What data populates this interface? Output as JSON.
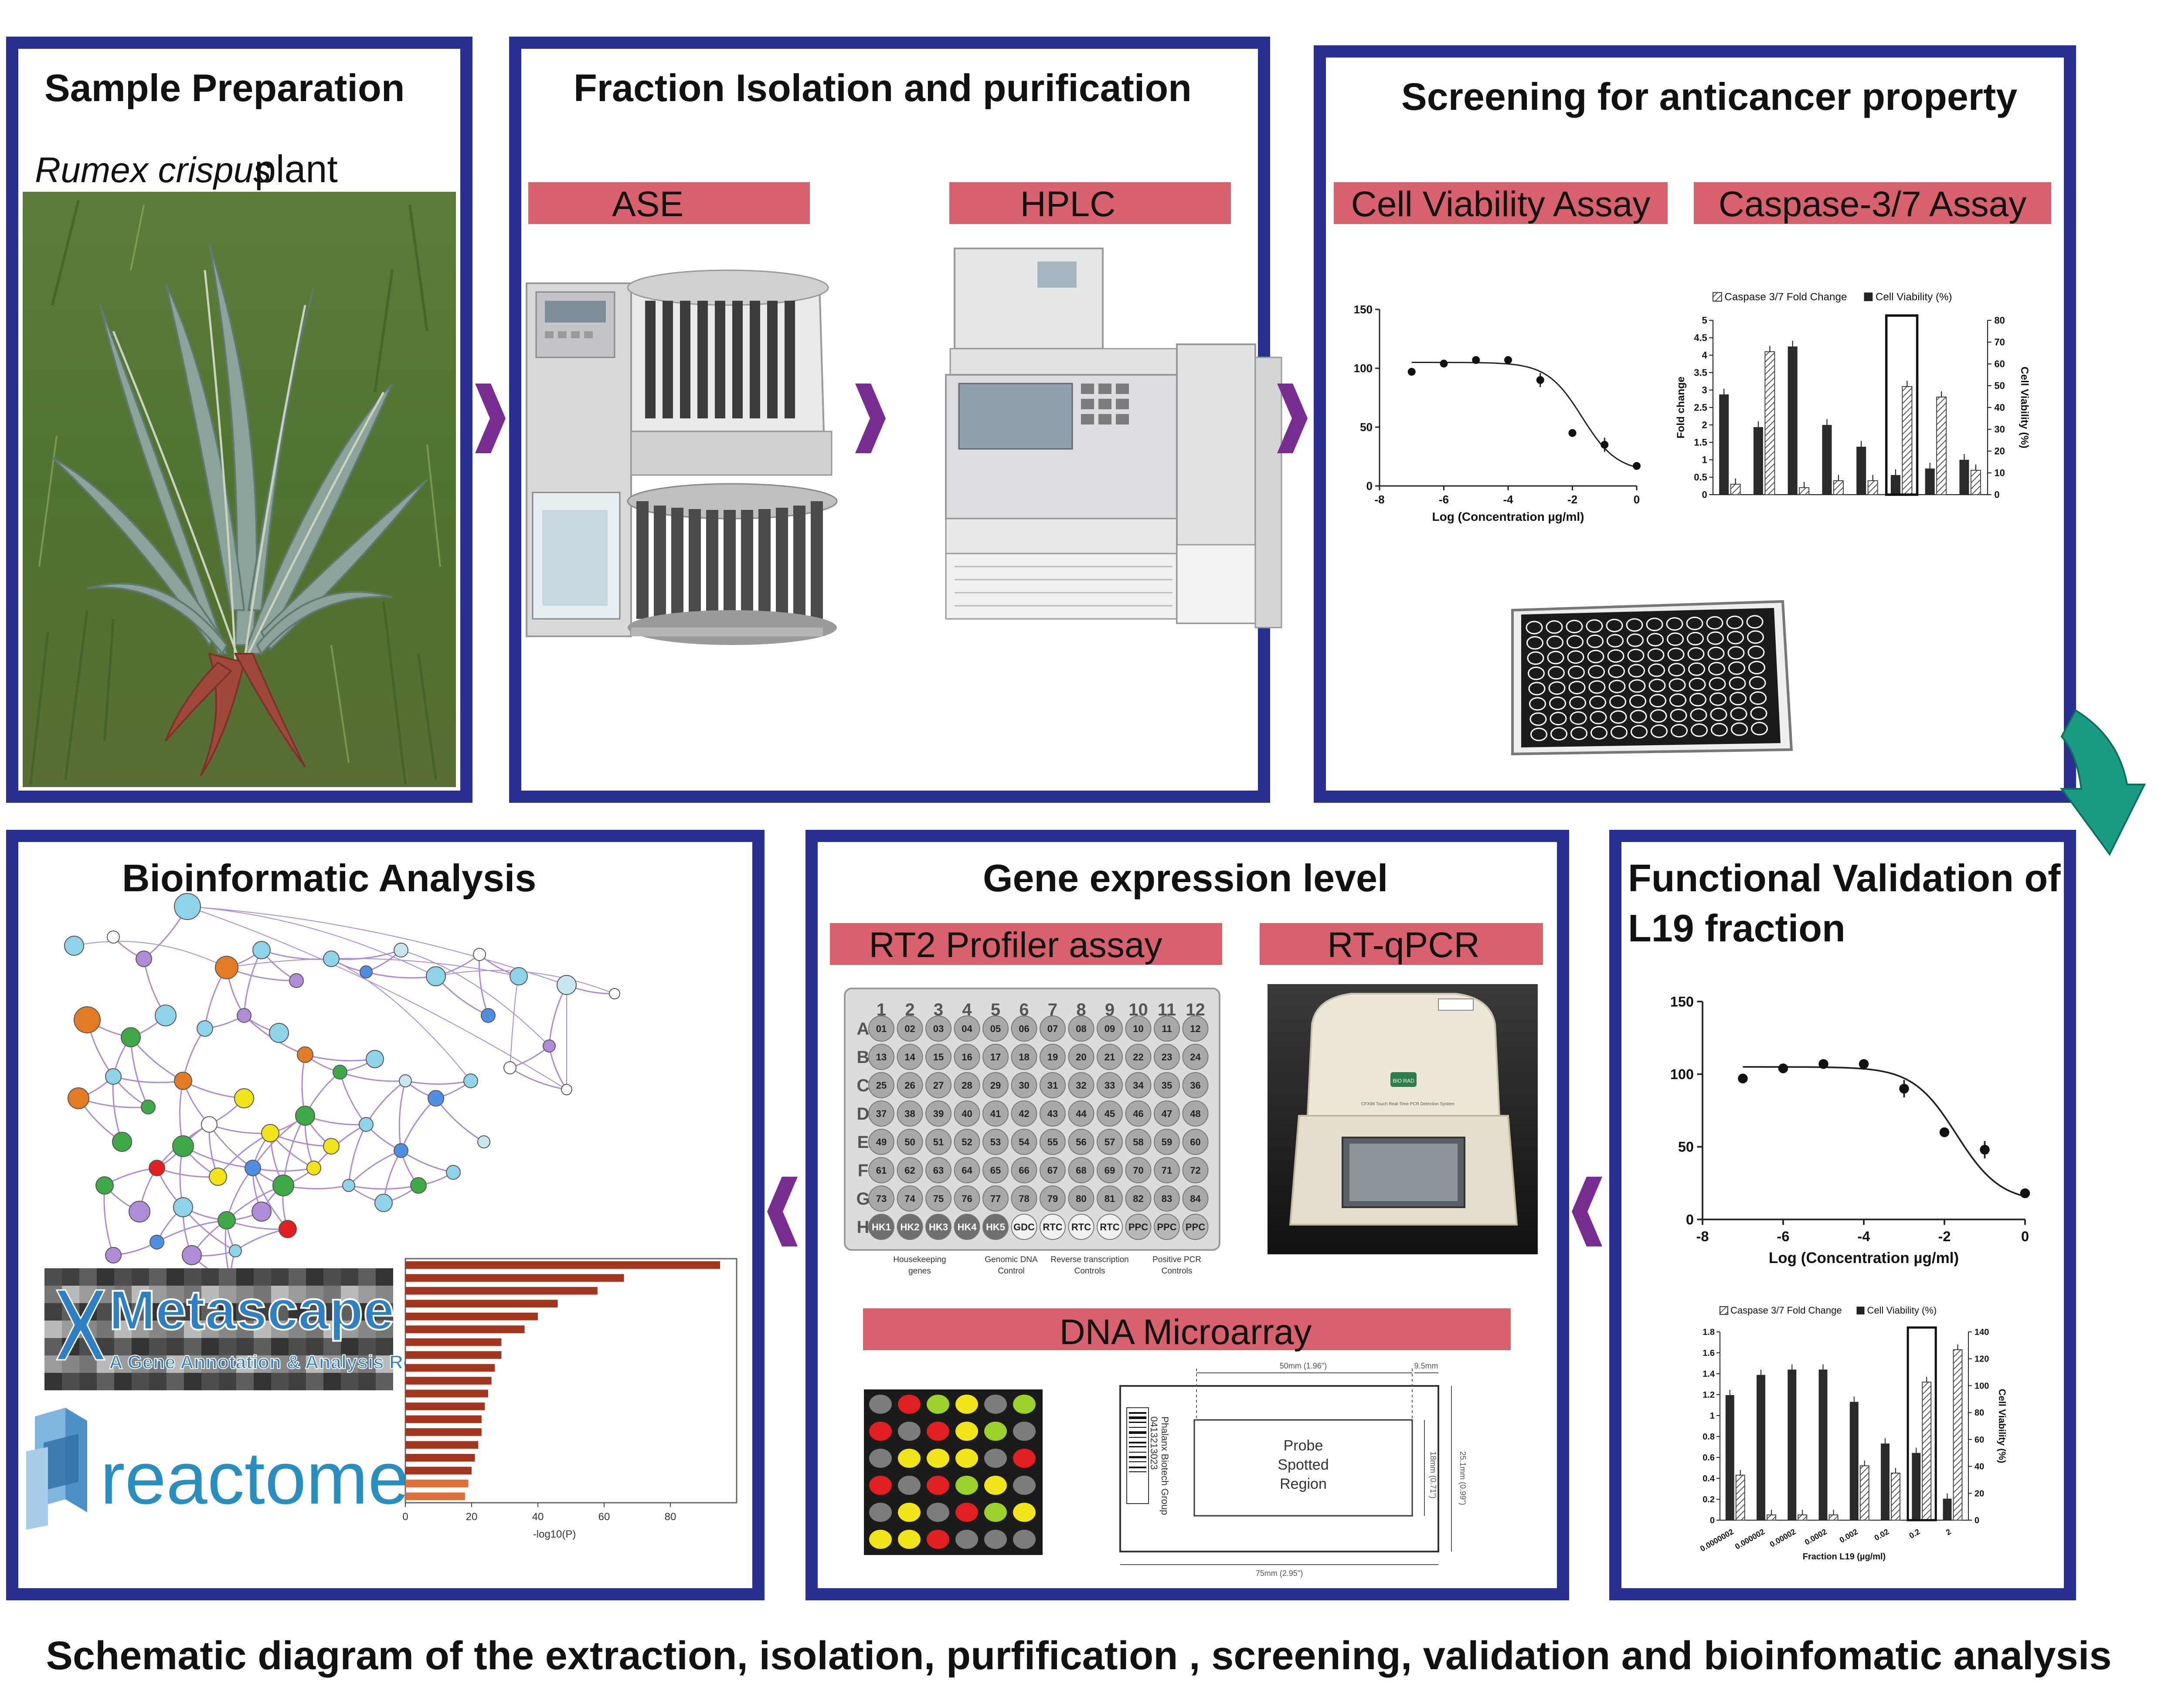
{
  "panels": {
    "sample": {
      "title": "Sample Preparation",
      "plant_italic": "Rumex crispus",
      "plant_word": "plant"
    },
    "fraction": {
      "title": "Fraction Isolation and purification",
      "ase_label": "ASE",
      "hplc_label": "HPLC"
    },
    "screening": {
      "title": "Screening for anticancer property",
      "cell_viability_label": "Cell Viability Assay",
      "caspase_label": "Caspase-3/7 Assay"
    },
    "functional": {
      "title_line1": "Functional Validation of",
      "title_line2": "L19 fraction"
    },
    "gene": {
      "title": "Gene expression level",
      "rt2_label": "RT2 Profiler assay",
      "rtqpcr_label": "RT-qPCR",
      "microarray_label": "DNA Microarray"
    },
    "bioinfo": {
      "title": "Bioinformatic Analysis",
      "metascape_name": "Metascape",
      "metascape_tagline": "A Gene Annotation & Analysis Resource",
      "reactome_name": "reactome"
    }
  },
  "bottom_caption": "Schematic diagram of the extraction, isolation, purfification , screening, validation and bioinfomatic analysis",
  "colors": {
    "frame": "#27308e",
    "label_bg": "#d7626e",
    "arrow": "#7a2d91",
    "curve_arrow": "#1a9b84"
  },
  "plate": {
    "col_headers": [
      "1",
      "2",
      "3",
      "4",
      "5",
      "6",
      "7",
      "8",
      "9",
      "10",
      "11",
      "12"
    ],
    "row_headers": [
      "A",
      "B",
      "C",
      "D",
      "E",
      "F",
      "G",
      "H"
    ],
    "well_ids": [
      "01",
      "02",
      "03",
      "04",
      "05",
      "06",
      "07",
      "08",
      "09",
      "10",
      "11",
      "12",
      "13",
      "14",
      "15",
      "16",
      "17",
      "18",
      "19",
      "20",
      "21",
      "22",
      "23",
      "24",
      "25",
      "26",
      "27",
      "28",
      "29",
      "30",
      "31",
      "32",
      "33",
      "34",
      "35",
      "36",
      "37",
      "38",
      "39",
      "40",
      "41",
      "42",
      "43",
      "44",
      "45",
      "46",
      "47",
      "48",
      "49",
      "50",
      "51",
      "52",
      "53",
      "54",
      "55",
      "56",
      "57",
      "58",
      "59",
      "60",
      "61",
      "62",
      "63",
      "64",
      "65",
      "66",
      "67",
      "68",
      "69",
      "70",
      "71",
      "72",
      "73",
      "74",
      "75",
      "76",
      "77",
      "78",
      "79",
      "80",
      "81",
      "82",
      "83",
      "84"
    ],
    "control_row": [
      "HK1",
      "HK2",
      "HK3",
      "HK4",
      "HK5",
      "GDC",
      "RTC",
      "RTC",
      "RTC",
      "PPC",
      "PPC",
      "PPC"
    ],
    "legend": [
      "Housekeeping genes",
      "Genomic DNA Control",
      "Reverse transcription Controls",
      "Positive PCR Controls"
    ]
  },
  "microarray_slide": {
    "barcode_text": "Phalanx Biotech Group",
    "barcode_number": "0413213023",
    "region_text": [
      "Probe",
      "Spotted",
      "Region"
    ],
    "dim_top": "50mm (1.96\")",
    "dim_right_top": "9.5mm",
    "dim_side_inner": "18mm (0.71\")",
    "dim_side_outer": "25.1mm (0.99\")",
    "dim_bottom": "75mm (2.95\")"
  },
  "rtqpcr_device_text": [
    "BIO RAD",
    "CFX96 Touch Real-Time PCR Detection System"
  ],
  "chart_data": [
    {
      "type": "scatter",
      "name": "screening-dose-response",
      "x": [
        -7,
        -6,
        -5,
        -4,
        -3,
        -2,
        -1,
        0
      ],
      "y": [
        97,
        104,
        107,
        107,
        90,
        45,
        35,
        17
      ],
      "fit": "sigmoid",
      "xlabel": "Log (Concentration µg/ml)",
      "ylabel": "",
      "xticks": [
        "-8",
        "-6",
        "-4",
        "-2",
        "0"
      ],
      "yticks": [
        "0",
        "50",
        "100",
        "150"
      ],
      "xlim": [
        -8,
        0
      ],
      "ylim": [
        0,
        150
      ]
    },
    {
      "type": "bar",
      "name": "screening-caspase-viability",
      "series": [
        {
          "name": "Caspase 3/7 Fold Change",
          "values": [
            0.3,
            4.1,
            0.2,
            0.4,
            0.4,
            3.1,
            2.8,
            0.7
          ]
        },
        {
          "name": "Cell Viability (%)",
          "values": [
            46,
            31,
            68,
            32,
            22,
            9,
            12,
            16
          ]
        }
      ],
      "ylabel": "Fold change",
      "y2label": "Cell Viability (%)",
      "ylim": [
        0,
        5
      ],
      "y2lim": [
        0,
        80
      ],
      "yticks": [
        "0",
        "0.5",
        "1",
        "1.5",
        "2",
        "2.5",
        "3",
        "3.5",
        "4",
        "4.5",
        "5"
      ],
      "y2ticks": [
        "0",
        "10",
        "20",
        "30",
        "40",
        "50",
        "60",
        "70",
        "80"
      ]
    },
    {
      "type": "scatter",
      "name": "l19-dose-response",
      "x": [
        -7,
        -6,
        -5,
        -4,
        -3,
        -2,
        -1,
        0
      ],
      "y": [
        97,
        104,
        107,
        107,
        90,
        60,
        48,
        18
      ],
      "fit": "sigmoid",
      "xlabel": "Log (Concentration µg/ml)",
      "ylabel": "",
      "xticks": [
        "-8",
        "-6",
        "-4",
        "-2",
        "0"
      ],
      "yticks": [
        "0",
        "50",
        "100",
        "150"
      ],
      "xlim": [
        -8,
        0
      ],
      "ylim": [
        0,
        150
      ]
    },
    {
      "type": "bar",
      "name": "l19-caspase-viability",
      "categories": [
        "0.0000002",
        "0.000002",
        "0.00002",
        "0.0002",
        "0.002",
        "0.02",
        "0.2",
        "2"
      ],
      "series": [
        {
          "name": "Caspase 3/7 Fold Change",
          "values": [
            0.43,
            0.05,
            0.05,
            0.05,
            0.52,
            0.45,
            1.32,
            1.63
          ]
        },
        {
          "name": "Cell Viability (%)",
          "values": [
            93,
            108,
            112,
            112,
            88,
            57,
            50,
            16
          ]
        }
      ],
      "xlabel": "Fraction L19 (µg/ml)",
      "y2label": "Cell Viability (%)",
      "ylim": [
        0,
        1.8
      ],
      "y2lim": [
        0,
        140
      ],
      "yticks": [
        "0",
        "0.2",
        "0.4",
        "0.6",
        "0.8",
        "1",
        "1.2",
        "1.4",
        "1.6",
        "1.8"
      ],
      "y2ticks": [
        "0",
        "20",
        "40",
        "60",
        "80",
        "100",
        "120",
        "140"
      ]
    },
    {
      "type": "bar",
      "name": "metascape-enrichment",
      "orientation": "horizontal",
      "values": [
        95,
        66,
        58,
        46,
        40,
        36,
        29,
        29,
        27,
        26,
        25,
        24,
        23,
        23,
        22,
        21,
        20,
        19,
        18
      ],
      "xlabel": "-log10(P)",
      "xticks": [
        "0",
        "20",
        "40",
        "60",
        "80"
      ],
      "xlim": [
        0,
        100
      ]
    }
  ]
}
